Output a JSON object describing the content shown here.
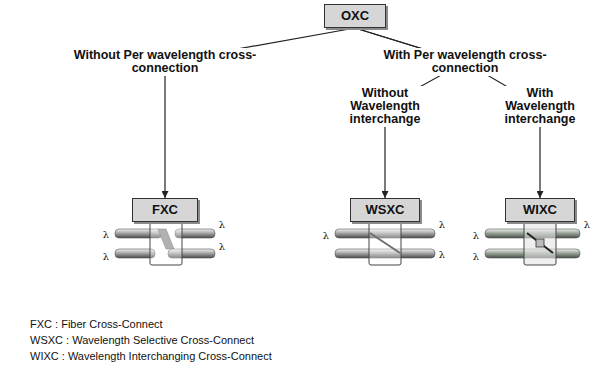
{
  "diagram": {
    "nodes": [
      {
        "text": [
          "OXC"
        ]
      },
      {
        "text": [
          "FXC"
        ]
      },
      {
        "text": [
          "WSXC"
        ]
      },
      {
        "text": [
          "WIXC"
        ]
      }
    ],
    "edges": [
      {
        "from": 0,
        "to": 1,
        "arrow": "to",
        "label": "Without Per wavelength cross-connection"
      },
      {
        "from": 0,
        "to": 2,
        "arrow": "to",
        "label": "Without Wavelength interchange"
      },
      {
        "from": 0,
        "to": 3,
        "arrow": "to",
        "label": "With Wavelength interchange"
      }
    ],
    "labels": [
      "With Per wavelength cross-connection",
      "λ",
      "λ",
      "λ",
      "λ",
      "λ",
      "λ",
      "λ",
      "λ",
      "λ",
      "λ",
      "FXC : Fiber Cross-Connect",
      "WSXC : Wavelength Selective Cross-Connect",
      "WIXC : Wavelength Interchanging Cross-Connect"
    ]
  }
}
